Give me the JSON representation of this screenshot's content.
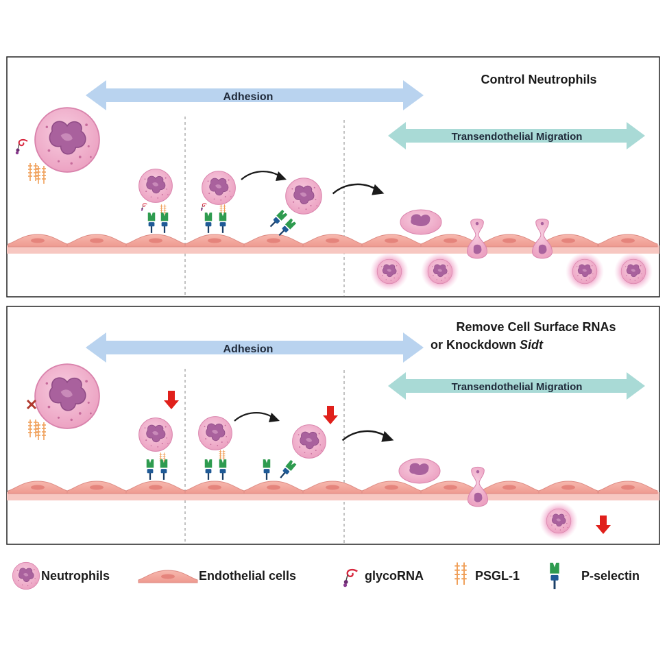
{
  "panels": [
    {
      "title_line1": "Control Neutrophils",
      "title_line2": "",
      "title_line2_italic": "",
      "adhesion_label": "Adhesion",
      "migration_label": "Transendothelial Migration"
    },
    {
      "title_line1": "Remove Cell Surface RNAs",
      "title_line2": "or Knockdown ",
      "title_line2_italic": "Sidt",
      "adhesion_label": "Adhesion",
      "migration_label": "Transendothelial Migration"
    }
  ],
  "legend": {
    "neutrophils": "Neutrophils",
    "endothelial": "Endothelial cells",
    "glycorna": "glycoRNA",
    "psgl1": "PSGL-1",
    "pselectin": "P-selectin"
  },
  "colors": {
    "neutrophil_fill": "#f2b6cf",
    "neutrophil_nucleus": "#a15a95",
    "endothelial_fill": "#f4a8a0",
    "adhesion_arrow": "#b9d3ef",
    "migration_arrow": "#a9dad6",
    "glycorna_red": "#d7263d",
    "glycorna_purple": "#6a2c70",
    "psgl1_orange": "#f0a05a",
    "pselectin_green": "#2e9b4f",
    "pselectin_blue": "#1f5a96",
    "decrease_arrow": "#e0201b"
  }
}
